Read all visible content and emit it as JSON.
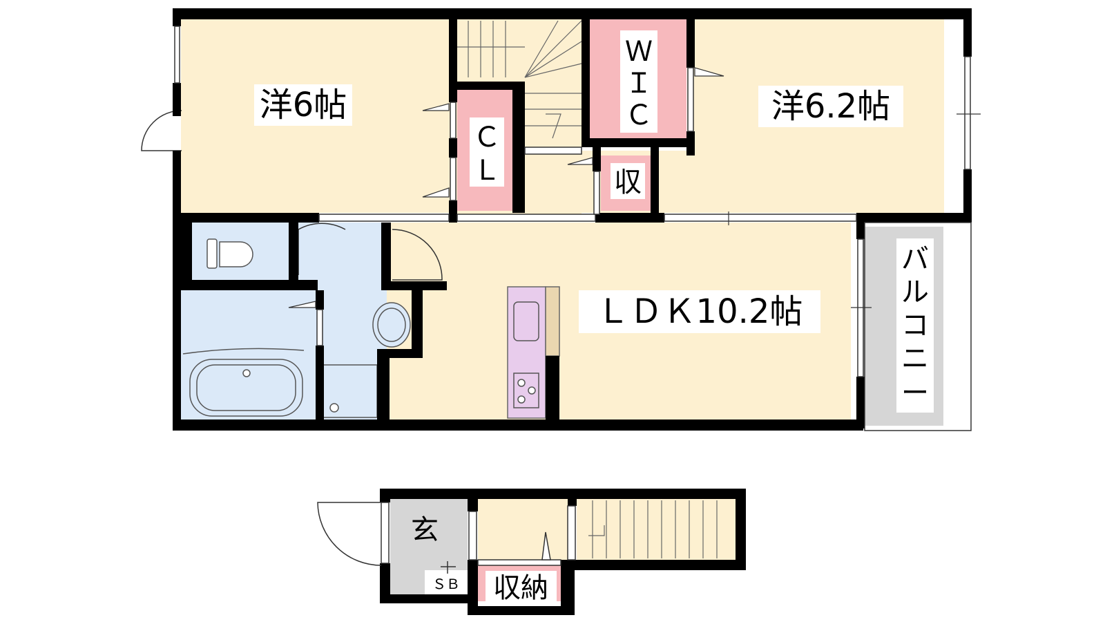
{
  "rooms": {
    "western1": "洋6帖",
    "western2": "洋6.2帖",
    "ldk": "ＬＤＫ10.2帖",
    "wic_w": "Ｗ",
    "wic_i": "Ｉ",
    "wic_c": "Ｃ",
    "cl_c": "Ｃ",
    "cl_l": "Ｌ",
    "storage_small": "収",
    "balcony": [
      "バ",
      "ル",
      "コ",
      "ニ",
      "ー"
    ],
    "entrance": "玄",
    "shoe_box": "ＳＢ",
    "storage": "収納"
  },
  "colors": {
    "room": "#fdf0d0",
    "wet": "#dbe9f8",
    "closet": "#f7b9bd",
    "balcony": "#d6d6d6",
    "kitchen": "#e8ccec",
    "wall": "#000000"
  }
}
